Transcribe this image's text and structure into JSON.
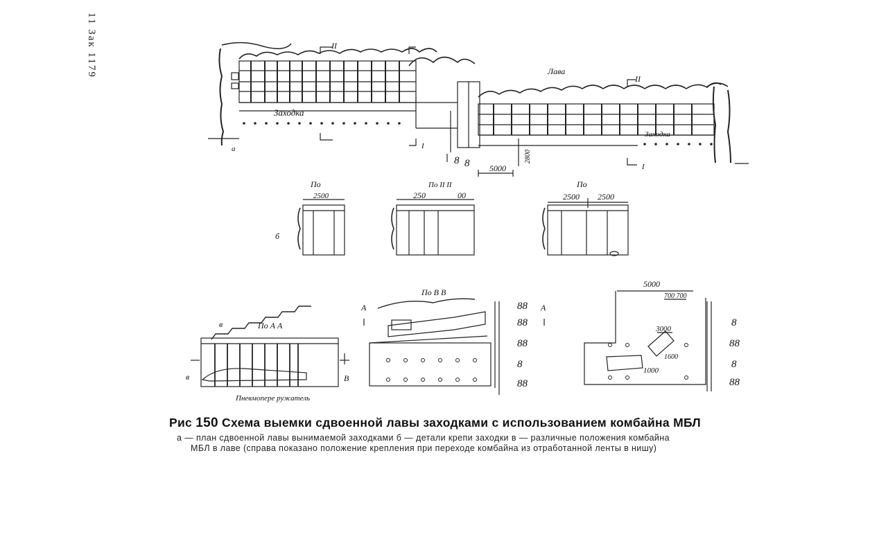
{
  "page": {
    "margin_note": "11 Зак 1179"
  },
  "figure_a": {
    "section_label_top": "II",
    "section_label_right": "II",
    "label_lava": "Лава",
    "label_zakhodka_left": "Заходка",
    "label_zakhodka_right": "Заходка",
    "label_section_i_left": "I",
    "label_section_i_right": "I",
    "panel_letter": "а",
    "dim_5000": "5000",
    "dim_2800": "2800"
  },
  "figure_b": {
    "panel_letter": "б",
    "sections": [
      {
        "title": "По",
        "dims": [
          "2500"
        ]
      },
      {
        "title": "По II II",
        "dims": [
          "250",
          "00"
        ]
      },
      {
        "title": "По",
        "dims": [
          "2500",
          "2500"
        ]
      }
    ]
  },
  "figure_v": {
    "panel_letter": "в",
    "left": {
      "title": "По А А",
      "tool_label": "Пневмопере ружатель",
      "label_v_top": "в",
      "label_v_left": "в",
      "label_v_right": "В"
    },
    "middle": {
      "title": "По В В",
      "arrow_left": "А",
      "arrow_right": "А"
    },
    "right": {
      "dim_5000": "5000",
      "dim_700_700": "700 700",
      "dim_3000": "3000",
      "dim_1600": "1600",
      "dim_1000": "1000"
    }
  },
  "caption": {
    "prefix": "Рис",
    "number": "150",
    "title": "Схема выемки сдвоенной лавы заходками с использованием комбайна МБЛ",
    "line1": "а — план сдвоенной лавы вынимаемой заходками б — детали крепи заходки в — различные положения комбайна",
    "line2": "МБЛ в лаве (справа показано положение крепления при переходе комбайна из отработанной ленты в нишу)"
  }
}
